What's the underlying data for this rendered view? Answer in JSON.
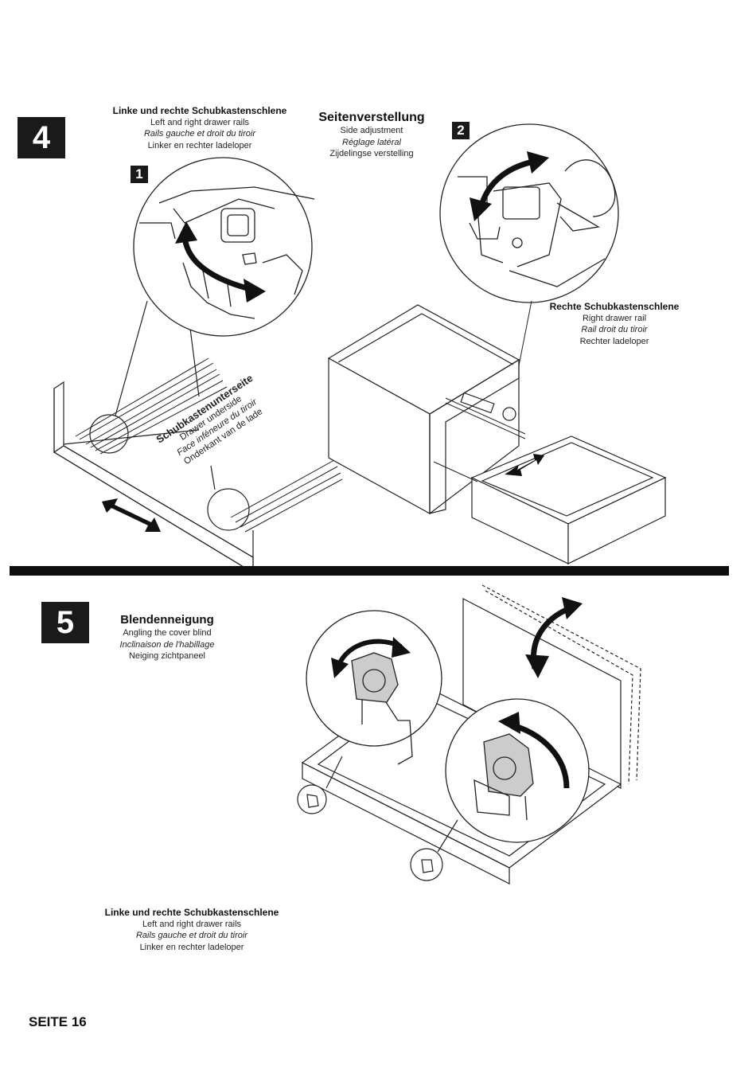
{
  "step4": {
    "number": "4",
    "rails_caption": {
      "de": "Linke und rechte Schubkastenschlene",
      "en": "Left and right drawer rails",
      "fr": "Rails gauche et droit du tiroir",
      "nl": "Linker en rechter ladeloper"
    },
    "side_adjust": {
      "de": "Seitenverstellung",
      "en": "Side adjustment",
      "fr": "Réglage latéral",
      "nl": "Zijdelingse verstelling"
    },
    "sub1": "1",
    "sub2": "2",
    "right_rail": {
      "de": "Rechte Schubkastenschlene",
      "en": "Right drawer rail",
      "fr": "Rail droit du tiroir",
      "nl": "Rechter ladeloper"
    },
    "underside": {
      "de": "Schubkastenunterseite",
      "en": "Drawer underside",
      "fr": "Face inféneure du tiroir",
      "nl": "Onderkant van de lade"
    }
  },
  "step5": {
    "number": "5",
    "cover_caption": {
      "de": "Blendenneigung",
      "en": "Angling the cover blind",
      "fr": "Inclinaison de l'habillage",
      "nl": "Neiging zichtpaneel"
    },
    "rails_caption": {
      "de": "Linke und rechte Schubkastenschlene",
      "en": "Left and right drawer rails",
      "fr": "Rails gauche et droit du tiroir",
      "nl": "Linker en rechter ladeloper"
    }
  },
  "page_label": "SEITE 16"
}
